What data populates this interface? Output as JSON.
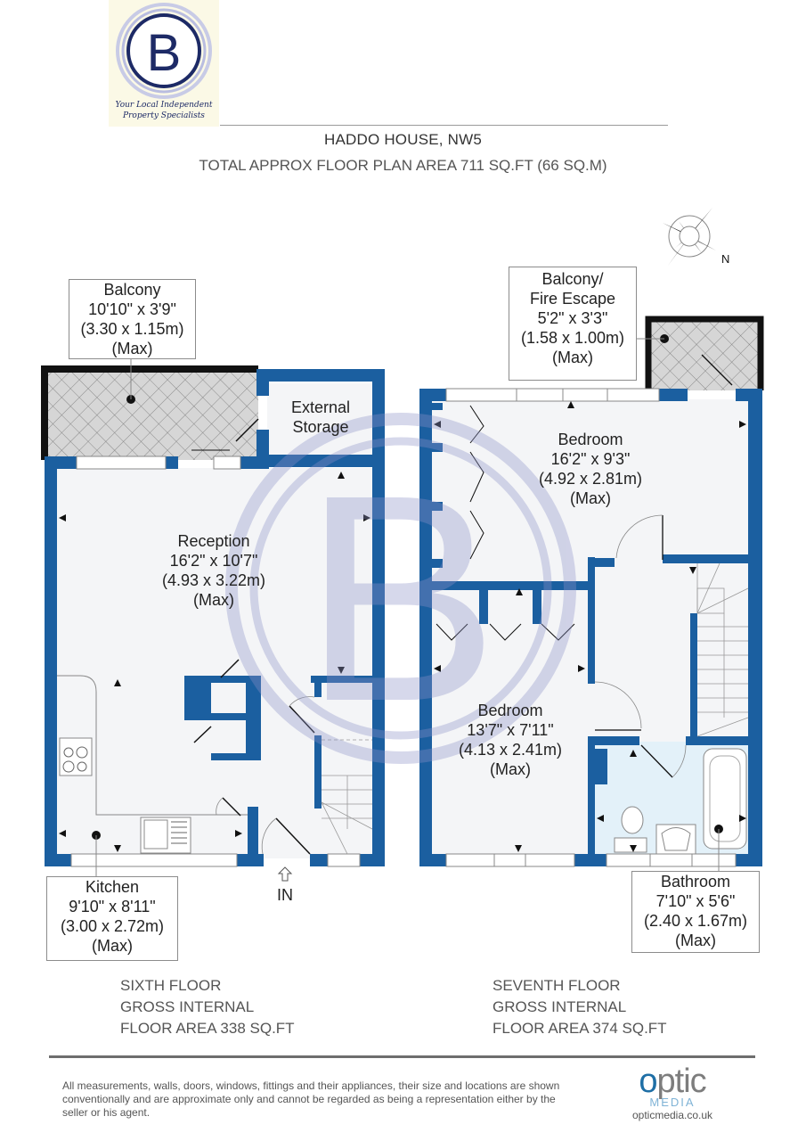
{
  "logo": {
    "letter": "B",
    "tagline_line1": "Your Local Independent",
    "tagline_line2": "Property Specialists",
    "colors": {
      "navy": "#1d2a66",
      "ring": "#b9bde0",
      "background": "#fbf9e6"
    }
  },
  "header": {
    "title": "HADDO HOUSE, NW5",
    "subtitle": "TOTAL APPROX FLOOR PLAN AREA 711 SQ.FT (66 SQ.M)"
  },
  "compass": {
    "icon": "compass-rose-icon",
    "north_label": "N"
  },
  "colors": {
    "wall": "#1b5fa0",
    "floor": "#f4f5f7",
    "bathroom_floor": "#e3f1f9",
    "balcony_hatch": "#d6d6d6",
    "watermark": "#c9cbe4"
  },
  "floors": [
    {
      "name": "SIXTH FLOOR",
      "line2": "GROSS INTERNAL",
      "line3": "FLOOR AREA 338 SQ.FT",
      "entrance_label": "IN",
      "rooms": [
        {
          "name": "Balcony",
          "dims_imperial": "10'10\" x 3'9\"",
          "dims_metric": "(3.30 x 1.15m)",
          "note": "(Max)"
        },
        {
          "name": "External",
          "name_line2": "Storage"
        },
        {
          "name": "Reception",
          "dims_imperial": "16'2\" x 10'7\"",
          "dims_metric": "(4.93 x 3.22m)",
          "note": "(Max)"
        },
        {
          "name": "Kitchen",
          "dims_imperial": "9'10\" x 8'11\"",
          "dims_metric": "(3.00 x 2.72m)",
          "note": "(Max)"
        }
      ]
    },
    {
      "name": "SEVENTH FLOOR",
      "line2": "GROSS INTERNAL",
      "line3": "FLOOR AREA 374 SQ.FT",
      "rooms": [
        {
          "name": "Balcony/",
          "name_line2": "Fire Escape",
          "dims_imperial": "5'2\" x 3'3\"",
          "dims_metric": "(1.58 x 1.00m)",
          "note": "(Max)"
        },
        {
          "name": "Bedroom",
          "dims_imperial": "16'2\" x 9'3\"",
          "dims_metric": "(4.92 x 2.81m)",
          "note": "(Max)"
        },
        {
          "name": "Bedroom",
          "dims_imperial": "13'7\" x 7'11\"",
          "dims_metric": "(4.13 x 2.41m)",
          "note": "(Max)"
        },
        {
          "name": "Bathroom",
          "dims_imperial": "7'10\" x 5'6\"",
          "dims_metric": "(2.40 x 1.67m)",
          "note": "(Max)"
        }
      ]
    }
  ],
  "footer": {
    "disclaimer": "All measurements, walls, doors, windows, fittings and their appliances, their size and locations are shown conventionally and are approximate only and cannot be regarded as being a representation either by the seller or his agent.",
    "brand_word_o": "o",
    "brand_word_rest": "ptic",
    "brand_sub": "MEDIA",
    "brand_url": "opticmedia.co.uk"
  }
}
